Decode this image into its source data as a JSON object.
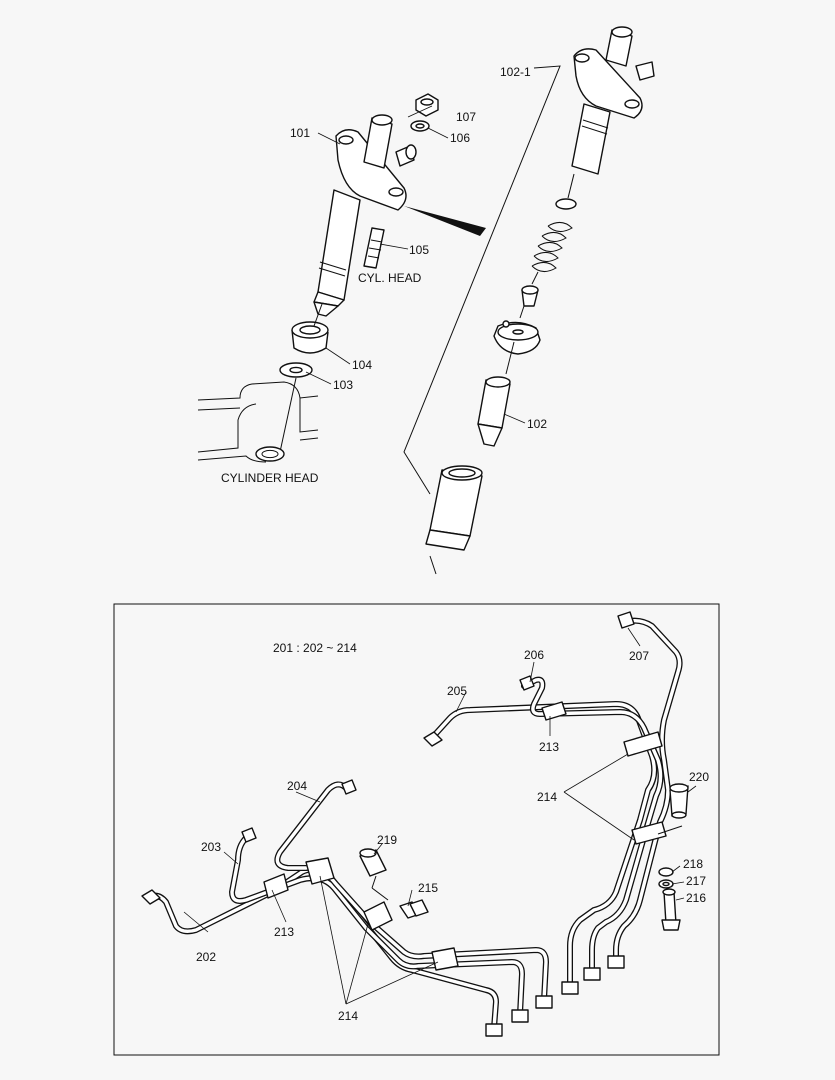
{
  "upper": {
    "callouts": {
      "c101": "101",
      "c102_1": "102-1",
      "c102": "102",
      "c103": "103",
      "c104": "104",
      "c105": "105",
      "c106": "106",
      "c107": "107"
    },
    "notes": {
      "cyl_head": "CYL. HEAD",
      "cylinder_head": "CYLINDER HEAD"
    }
  },
  "lower": {
    "assembly_note": "201 : 202 ~ 214",
    "callouts": {
      "c202": "202",
      "c203": "203",
      "c204": "204",
      "c205": "205",
      "c206": "206",
      "c207": "207",
      "c213a": "213",
      "c213b": "213",
      "c214a": "214",
      "c214b": "214",
      "c215": "215",
      "c216": "216",
      "c217": "217",
      "c218": "218",
      "c219": "219",
      "c220": "220"
    }
  }
}
